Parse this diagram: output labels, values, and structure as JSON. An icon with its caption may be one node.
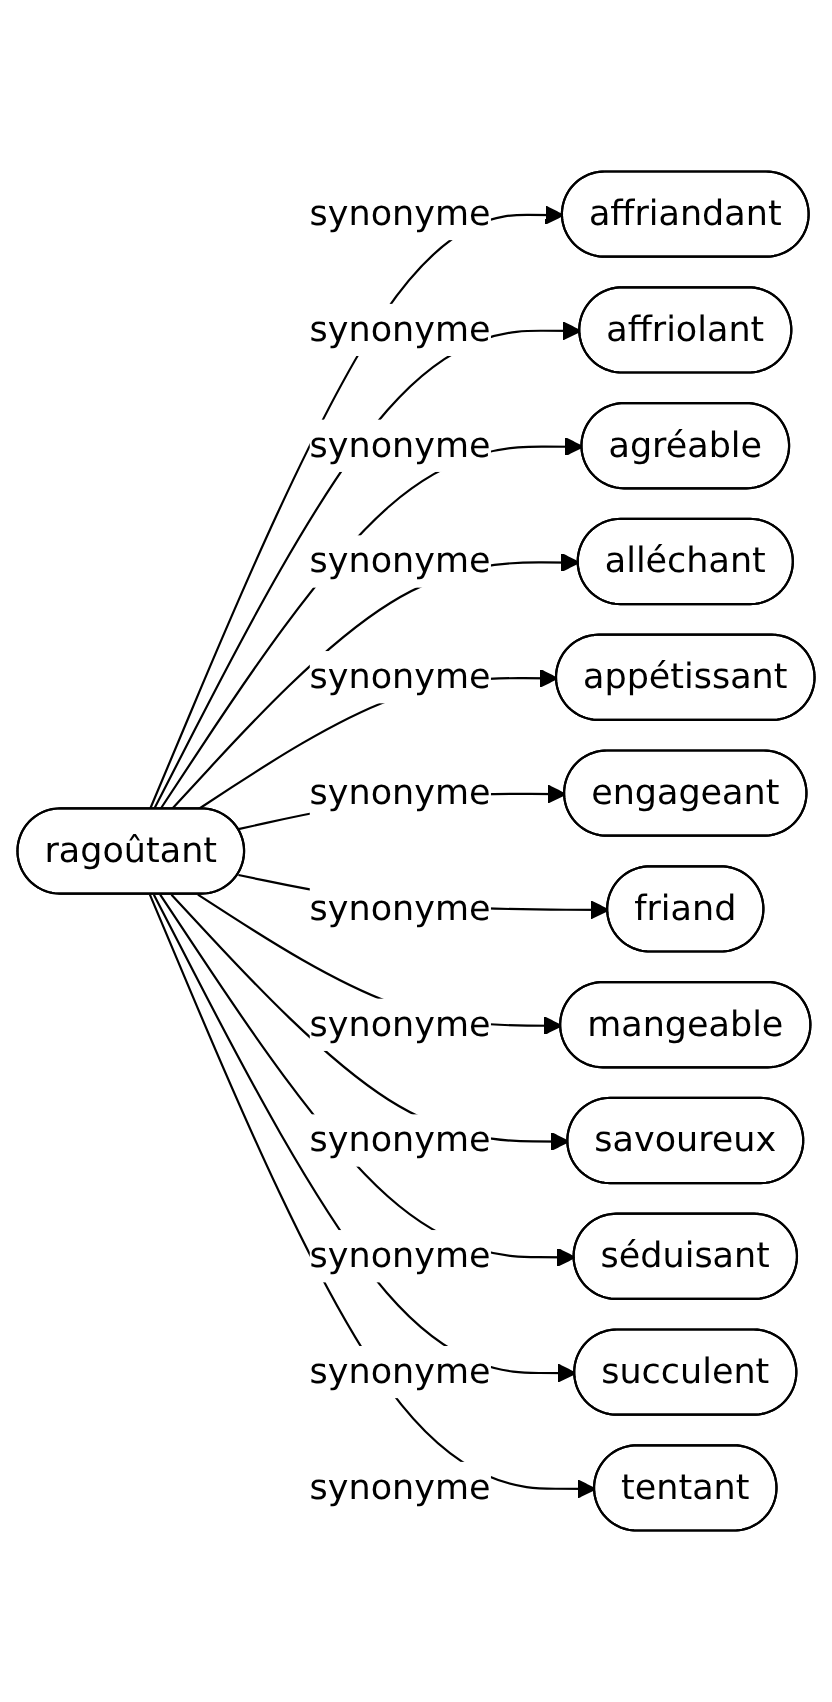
{
  "diagram": {
    "nodes": [
      {
        "text": [
          "ragoûtant"
        ]
      },
      {
        "text": [
          "affriandant"
        ]
      },
      {
        "text": [
          "affriolant"
        ]
      },
      {
        "text": [
          "agréable"
        ]
      },
      {
        "text": [
          "alléchant"
        ]
      },
      {
        "text": [
          "appétissant"
        ]
      },
      {
        "text": [
          "engageant"
        ]
      },
      {
        "text": [
          "friand"
        ]
      },
      {
        "text": [
          "mangeable"
        ]
      },
      {
        "text": [
          "savoureux"
        ]
      },
      {
        "text": [
          "séduisant"
        ]
      },
      {
        "text": [
          "succulent"
        ]
      },
      {
        "text": [
          "tentant"
        ]
      }
    ],
    "edges": [
      {
        "from": 0,
        "to": 1,
        "arrow": "to",
        "label": "synonyme"
      },
      {
        "from": 0,
        "to": 2,
        "arrow": "to",
        "label": "synonyme"
      },
      {
        "from": 0,
        "to": 3,
        "arrow": "to",
        "label": "synonyme"
      },
      {
        "from": 0,
        "to": 4,
        "arrow": "to",
        "label": "synonyme"
      },
      {
        "from": 0,
        "to": 5,
        "arrow": "to",
        "label": "synonyme"
      },
      {
        "from": 0,
        "to": 6,
        "arrow": "to",
        "label": "synonyme"
      },
      {
        "from": 0,
        "to": 7,
        "arrow": "to",
        "label": "synonyme"
      },
      {
        "from": 0,
        "to": 8,
        "arrow": "to",
        "label": "synonyme"
      },
      {
        "from": 0,
        "to": 9,
        "arrow": "to",
        "label": "synonyme"
      },
      {
        "from": 0,
        "to": 10,
        "arrow": "to",
        "label": "synonyme"
      },
      {
        "from": 0,
        "to": 11,
        "arrow": "to",
        "label": "synonyme"
      },
      {
        "from": 0,
        "to": 12,
        "arrow": "to",
        "label": "synonyme"
      }
    ]
  }
}
